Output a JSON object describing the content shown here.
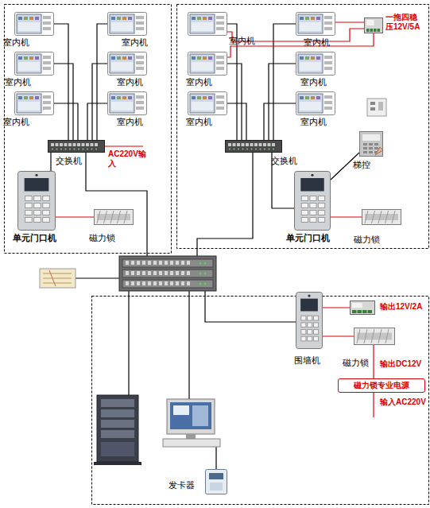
{
  "diagram": {
    "nodes": [
      {
        "text": [
          "室内机"
        ]
      },
      {
        "text": [
          "室内机"
        ]
      },
      {
        "text": [
          "室内机"
        ]
      },
      {
        "text": [
          "室内机"
        ]
      },
      {
        "text": [
          "室内机"
        ]
      },
      {
        "text": [
          "室内机"
        ]
      },
      {
        "text": [
          "交换机"
        ]
      },
      {
        "text": [
          "单元门口机"
        ]
      },
      {
        "text": [
          "磁力锁"
        ]
      },
      {
        "text": [
          "室内机"
        ]
      },
      {
        "text": [
          "室内机"
        ]
      },
      {
        "text": [
          "室内机"
        ]
      },
      {
        "text": [
          "室内机"
        ]
      },
      {
        "text": [
          "室内机"
        ]
      },
      {
        "text": [
          "室内机"
        ]
      },
      {
        "text": [
          "一拖四稳压12V/5A"
        ]
      },
      {
        "text": [
          "交换机"
        ]
      },
      {
        "text": [
          "梯控"
        ]
      },
      {
        "text": [
          "单元门口机"
        ]
      },
      {
        "text": [
          "磁力锁"
        ]
      },
      {
        "text": [
          "围墙机"
        ]
      },
      {
        "text": [
          "输出12V/2A"
        ]
      },
      {
        "text": [
          "磁力锁"
        ]
      },
      {
        "text": [
          "磁力锁专业电源"
        ]
      },
      {
        "text": [
          "发卡器"
        ]
      }
    ],
    "edges": [
      {
        "from": 0,
        "to": 6,
        "arrow": "none"
      },
      {
        "from": 2,
        "to": 6,
        "arrow": "none"
      },
      {
        "from": 4,
        "to": 6,
        "arrow": "none"
      },
      {
        "from": 1,
        "to": 6,
        "arrow": "none"
      },
      {
        "from": 3,
        "to": 6,
        "arrow": "none"
      },
      {
        "from": 5,
        "to": 6,
        "arrow": "none"
      },
      {
        "from": 7,
        "to": 6,
        "arrow": "none"
      },
      {
        "from": 7,
        "to": 8,
        "arrow": "none"
      },
      {
        "from": 9,
        "to": 16,
        "arrow": "none"
      },
      {
        "from": 11,
        "to": 16,
        "arrow": "none"
      },
      {
        "from": 13,
        "to": 16,
        "arrow": "none"
      },
      {
        "from": 10,
        "to": 16,
        "arrow": "none"
      },
      {
        "from": 12,
        "to": 16,
        "arrow": "none"
      },
      {
        "from": 14,
        "to": 16,
        "arrow": "none"
      },
      {
        "from": 18,
        "to": 16,
        "arrow": "none"
      },
      {
        "from": 18,
        "to": 19,
        "arrow": "none"
      },
      {
        "from": 17,
        "to": 18,
        "arrow": "none"
      },
      {
        "from": 15,
        "to": 10,
        "arrow": "none"
      },
      {
        "from": 15,
        "to": 9,
        "arrow": "none"
      },
      {
        "from": 15,
        "to": 11,
        "arrow": "none"
      },
      {
        "from": 20,
        "to": 21,
        "arrow": "none"
      },
      {
        "from": 20,
        "to": 22,
        "arrow": "none"
      },
      {
        "from": 23,
        "to": 22,
        "arrow": "none"
      }
    ],
    "labels": [
      "AC220V输入",
      "输出DC12V",
      "输入AC220V"
    ]
  }
}
